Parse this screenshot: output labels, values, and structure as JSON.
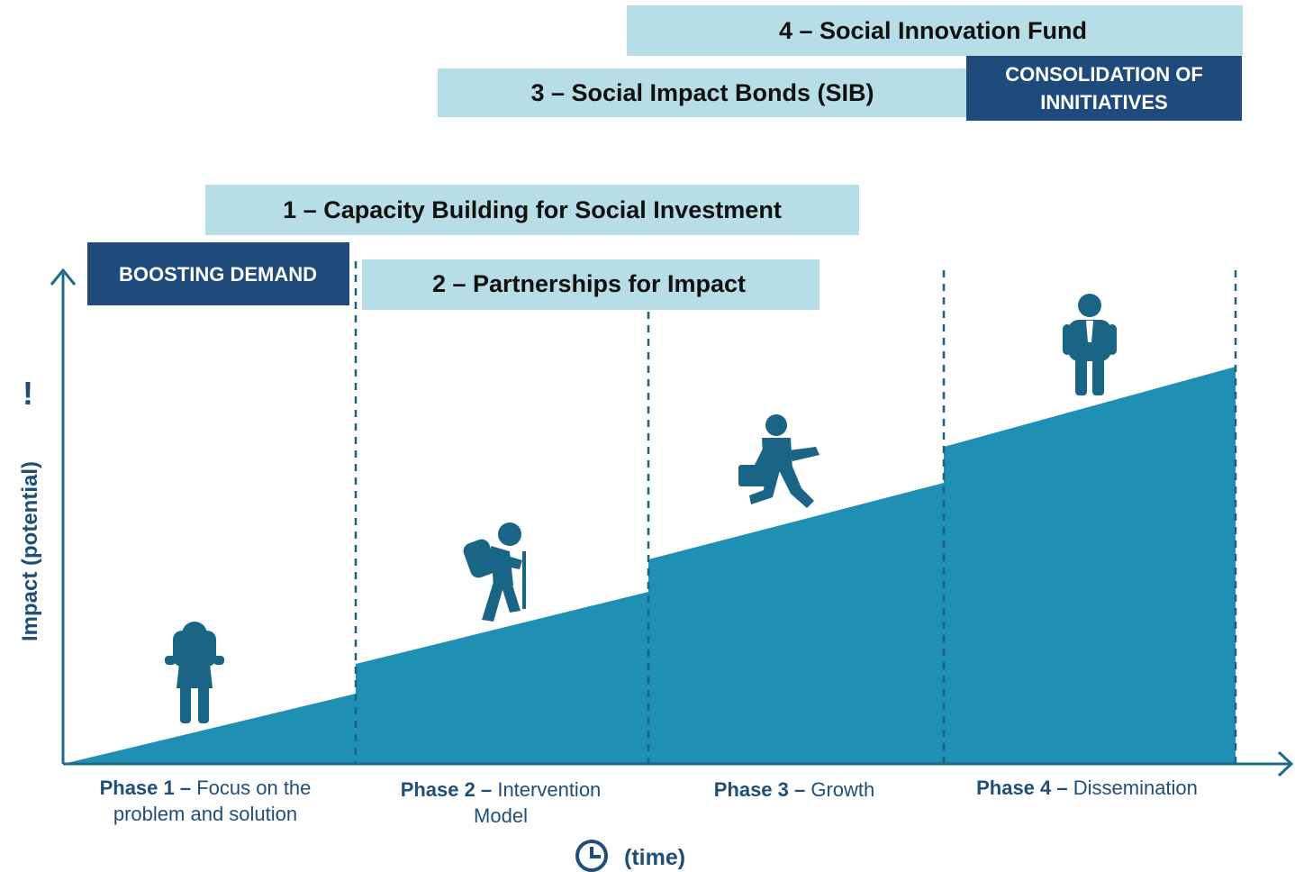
{
  "colors": {
    "light_box": "#b7dde6",
    "dark_box": "#1f4a7c",
    "area": "#1f8fb3",
    "axis": "#1a6a8a",
    "figure": "#1a6485",
    "text_dark": "#111111",
    "text_label": "#1f4e79"
  },
  "instruments": {
    "social_innovation_fund": "4 – Social Innovation Fund",
    "social_impact_bonds": "3 – Social Impact Bonds (SIB)",
    "consolidation_line1": "CONSOLIDATION OF",
    "consolidation_line2": "INNITIATIVES",
    "capacity_building": "1 – Capacity Building for Social Investment",
    "boosting_demand": "BOOSTING DEMAND",
    "partnerships": "2 – Partnerships for Impact"
  },
  "axes": {
    "y_label": "Impact (potential)",
    "exclamation": "!",
    "x_label": "(time)",
    "clock_icon": "clock-icon"
  },
  "phases": [
    {
      "bold": "Phase 1 – ",
      "line1": "Focus on the",
      "line2": "problem and solution",
      "icon": "child-with-backpack-icon"
    },
    {
      "bold": "Phase 2 – ",
      "line1": "Intervention",
      "line2": "Model",
      "icon": "hiker-with-stick-icon"
    },
    {
      "bold": "Phase 3 – ",
      "line1": "Growth",
      "line2": "",
      "icon": "running-businessman-icon"
    },
    {
      "bold": "Phase 4 – ",
      "line1": "Dissemination",
      "line2": "",
      "icon": "standing-businessman-icon"
    }
  ]
}
